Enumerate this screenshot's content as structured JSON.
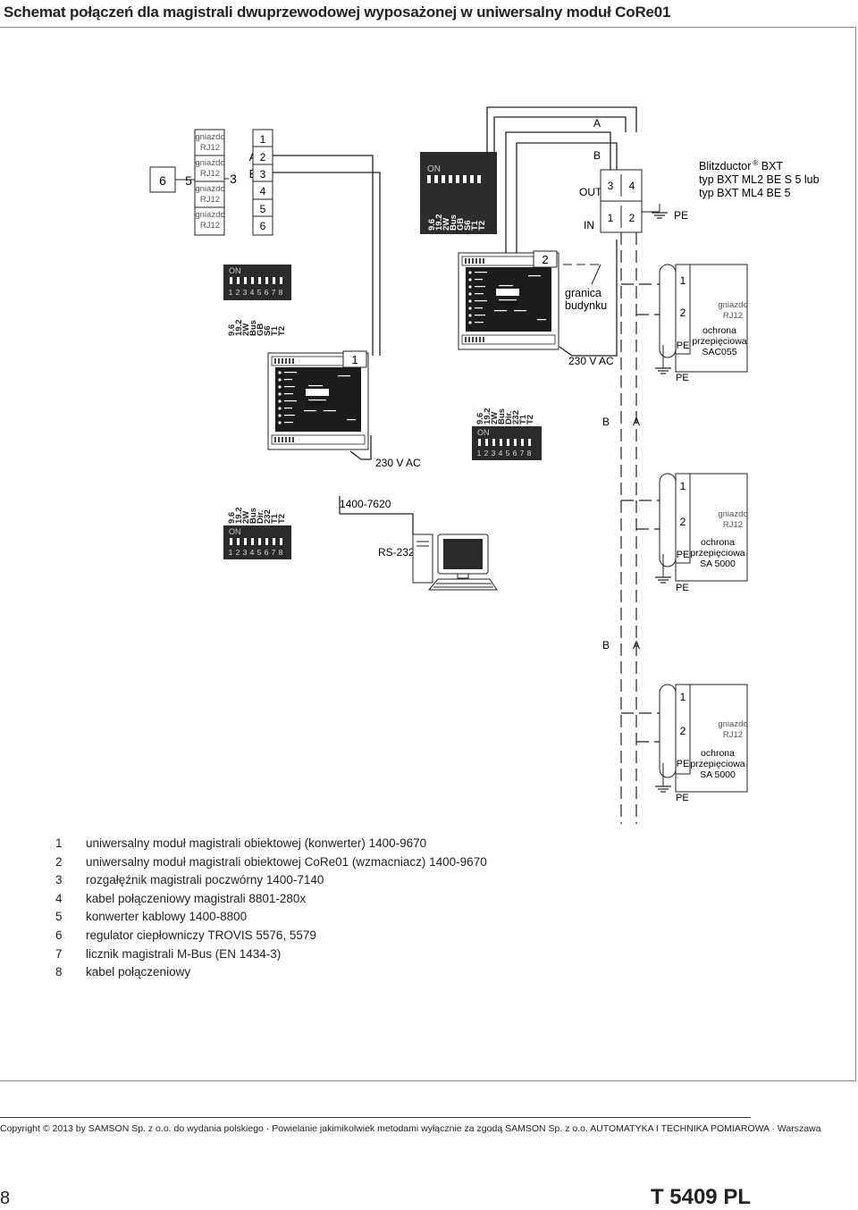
{
  "title": "Schemat połączeń dla magistrali dwuprzewodowej wyposażonej w uniwersalny moduł CoRe01",
  "diagram": {
    "distributor": {
      "ports": [
        "gniazdo",
        "RJ12",
        "gniazdo",
        "RJ12",
        "gniazdo",
        "RJ12",
        "gniazdo",
        "RJ12"
      ],
      "left_num": "6",
      "mid_num": "5",
      "ref": "3",
      "terminal_letters": [
        "A",
        "B"
      ],
      "terminal_nums": [
        "1",
        "2",
        "3",
        "4",
        "5",
        "6"
      ]
    },
    "dip": {
      "on": "ON",
      "labels_a": [
        "9.6",
        "19.2",
        "2W",
        "Bus",
        "GB",
        "S6",
        "T1",
        "T2"
      ],
      "labels_b": [
        "9.6",
        "19.2",
        "2W",
        "Bus",
        "Dir.",
        "232",
        "T1",
        "T2"
      ],
      "positions": [
        "1",
        "2",
        "3",
        "4",
        "5",
        "6",
        "7",
        "8"
      ]
    },
    "module": {
      "name": "CoRe01",
      "ref_left": "1",
      "ref_right": "2"
    },
    "bxt": {
      "a": "A",
      "b": "B",
      "out": "OUT",
      "in": "IN",
      "t1": "1",
      "t2": "2",
      "t3": "3",
      "t4": "4",
      "pe": "PE",
      "name_line1": "Blitzductor",
      "reg": "®",
      "name_line1_tail": " BXT",
      "line2": "typ BXT ML2 BE S 5 lub",
      "line3": "typ BXT ML4 BE 5"
    },
    "boundary": {
      "line1": "granica",
      "line2": "budynku"
    },
    "supply": "230 V AC",
    "part_no": "1400-7620",
    "rs232": "RS-232",
    "bus_b": "B",
    "bus_a": "A",
    "protect": [
      {
        "t1": "1",
        "t2": "2",
        "pe": "PE",
        "socket1": "gniazdo",
        "socket2": "RJ12",
        "p1": "ochrona",
        "p2": "przepięciowa",
        "type": "SAC055",
        "ground": "PE"
      },
      {
        "t1": "1",
        "t2": "2",
        "pe": "PE",
        "socket1": "gniazdo",
        "socket2": "RJ12",
        "p1": "ochrona",
        "p2": "przepięciowa",
        "type": "SA 5000",
        "ground": "PE"
      },
      {
        "t1": "1",
        "t2": "2",
        "pe": "PE",
        "socket1": "gniazdo",
        "socket2": "RJ12",
        "p1": "ochrona",
        "p2": "przepięciowa",
        "type": "SA 5000",
        "ground": "PE"
      }
    ]
  },
  "legend": [
    {
      "n": "1",
      "text": "uniwersalny moduł magistrali obiektowej (konwerter) 1400-9670"
    },
    {
      "n": "2",
      "text": "uniwersalny moduł magistrali obiektowej CoRe01 (wzmacniacz) 1400-9670"
    },
    {
      "n": "3",
      "text": "rozgałęźnik magistrali poczwórny 1400-7140"
    },
    {
      "n": "4",
      "text": "kabel połączeniowy magistrali 8801-280x"
    },
    {
      "n": "5",
      "text": "konwerter kablowy 1400-8800"
    },
    {
      "n": "6",
      "text": "regulator ciepłowniczy TROVIS 5576, 5579"
    },
    {
      "n": "7",
      "text": "licznik magistrali M-Bus (EN 1434-3)"
    },
    {
      "n": "8",
      "text": "kabel połączeniowy"
    }
  ],
  "footer": {
    "copyright": "Copyright © 2013 by SAMSON Sp. z o.o. do wydania polskiego · Powielanie jakimikolwiek metodami wyłącznie za zgodą SAMSON Sp. z o.o. AUTOMATYKA I TECHNIKA POMIAROWA · Warszawa",
    "page": "8",
    "doc_id": "T 5409 PL"
  }
}
